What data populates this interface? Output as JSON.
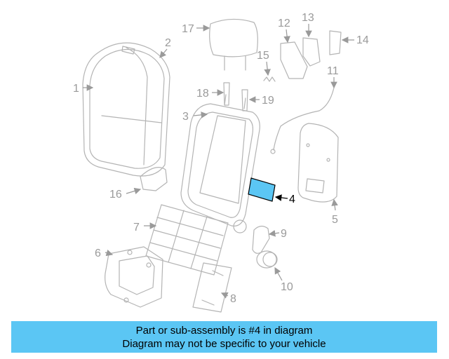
{
  "callouts": {
    "c1": "1",
    "c2": "2",
    "c3": "3",
    "c4": "4",
    "c5": "5",
    "c6": "6",
    "c7": "7",
    "c8": "8",
    "c9": "9",
    "c10": "10",
    "c11": "11",
    "c12": "12",
    "c13": "13",
    "c14": "14",
    "c15": "15",
    "c16": "16",
    "c17": "17",
    "c18": "18",
    "c19": "19"
  },
  "highlighted_part": "4",
  "colors": {
    "highlight_fill": "#5bc6f4",
    "banner_bg": "#5bc6f4",
    "line_gray": "#b4b4b4"
  },
  "banner": {
    "line1": "Part or sub-assembly is #4 in diagram",
    "line2": "Diagram may not be specific to your vehicle"
  }
}
